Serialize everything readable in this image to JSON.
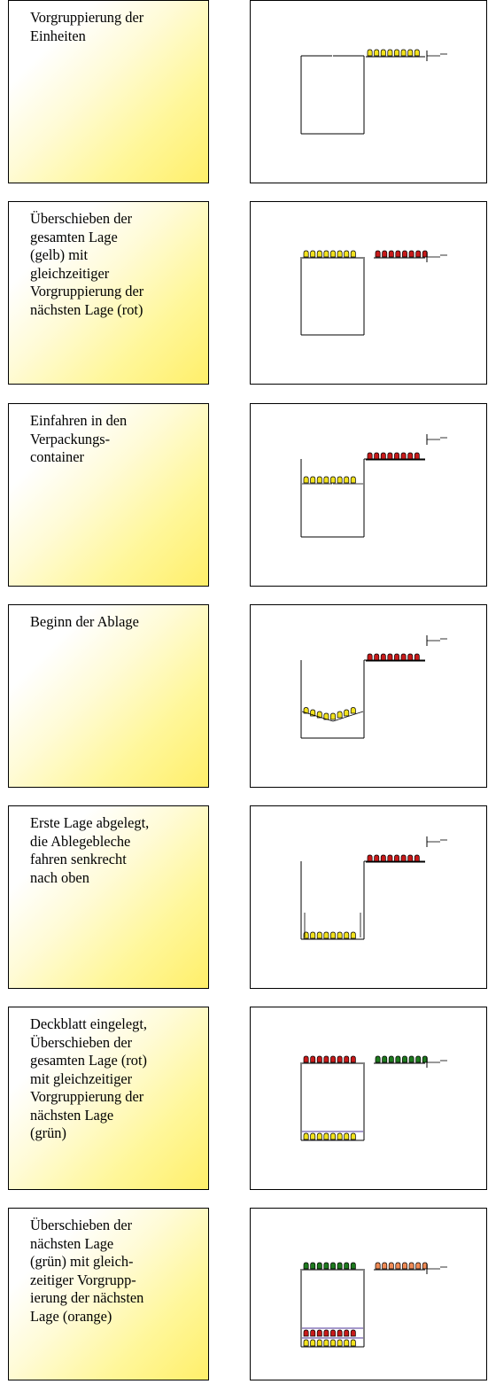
{
  "steps": [
    {
      "id": 1,
      "text": "Vorgruppierung der\nEinheiten",
      "topRow": [
        "yellow"
      ],
      "container": [],
      "state": "base"
    },
    {
      "id": 2,
      "text": "Überschieben der\ngesamten Lage\n(gelb) mit\ngleichzeitiger\nVorgruppierung der\nnächsten Lage (rot)",
      "topRow": [
        "yellow",
        "red"
      ],
      "container": [],
      "state": "base"
    },
    {
      "id": 3,
      "text": "Einfahren in den\nVerpackungs-\ncontainer",
      "topRow": [
        "red"
      ],
      "container": [
        "yellow"
      ],
      "state": "entering"
    },
    {
      "id": 4,
      "text": "Beginn der Ablage",
      "topRow": [
        "red"
      ],
      "container": [
        "yellow"
      ],
      "state": "dropping"
    },
    {
      "id": 5,
      "text": "Erste Lage abgelegt,\ndie Ablegebleche\nfahren senkrecht\nnach oben",
      "topRow": [
        "red"
      ],
      "container": [
        "yellow"
      ],
      "state": "placed"
    },
    {
      "id": 6,
      "text": "Deckblatt eingelegt,\nÜberschieben der\ngesamten Lage (rot)\nmit gleichzeitiger\nVorgruppierung der\nnächsten Lage\n(grün)",
      "topRow": [
        "red",
        "green"
      ],
      "container": [
        "yellow"
      ],
      "state": "covered"
    },
    {
      "id": 7,
      "text": "Überschieben der\nnächsten Lage\n(grün) mit gleich-\nzeitiger Vorgrupp-\nierung der nächsten\nLage (orange)",
      "topRow": [
        "green",
        "orange"
      ],
      "container": [
        "yellow",
        "red"
      ],
      "state": "covered2"
    }
  ],
  "colors": {
    "yellow": "#f2e21d",
    "red": "#c81a1a",
    "green": "#1e7a1e",
    "orange": "#ef8a55",
    "cover": "#9a8cc4",
    "line": "#000000"
  }
}
